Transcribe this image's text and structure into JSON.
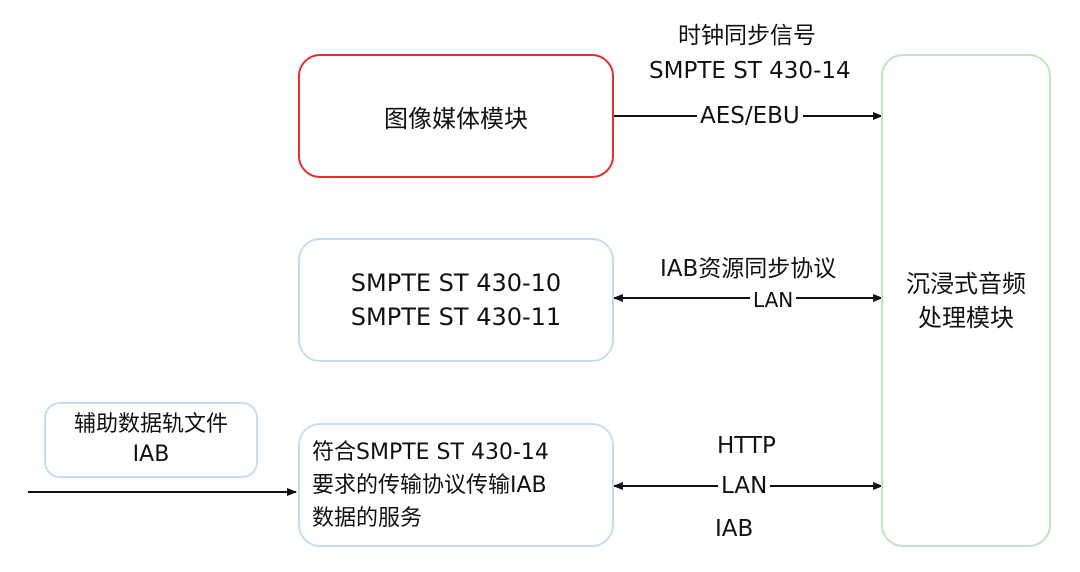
{
  "boxes": {
    "image_media": {
      "label": "图像媒体模块"
    },
    "smpte_430_10_11": {
      "line1": "SMPTE ST 430-10",
      "line2": "SMPTE ST 430-11"
    },
    "aux_data_file": {
      "line1": "辅助数据轨文件",
      "line2": "IAB"
    },
    "iab_transfer_service": {
      "line1": "符合SMPTE ST 430-14",
      "line2": "要求的传输协议传输IAB",
      "line3": "数据的服务"
    },
    "immersive_audio": {
      "line1": "沉浸式音频",
      "line2": "处理模块"
    }
  },
  "connections": {
    "clock_sync": {
      "title": "时钟同步信号",
      "standard": "SMPTE ST 430-14",
      "protocol": "AES/EBU"
    },
    "iab_resource_sync": {
      "title": "IAB资源同步协议",
      "protocol": "LAN"
    },
    "iab_transfer": {
      "top": "HTTP",
      "protocol": "LAN",
      "bottom": "IAB"
    }
  },
  "colors": {
    "image_media_border": "#e0302a",
    "blue_border": "#c7dcf3",
    "green_border": "#bfe3c4",
    "arrow": "#111111"
  }
}
